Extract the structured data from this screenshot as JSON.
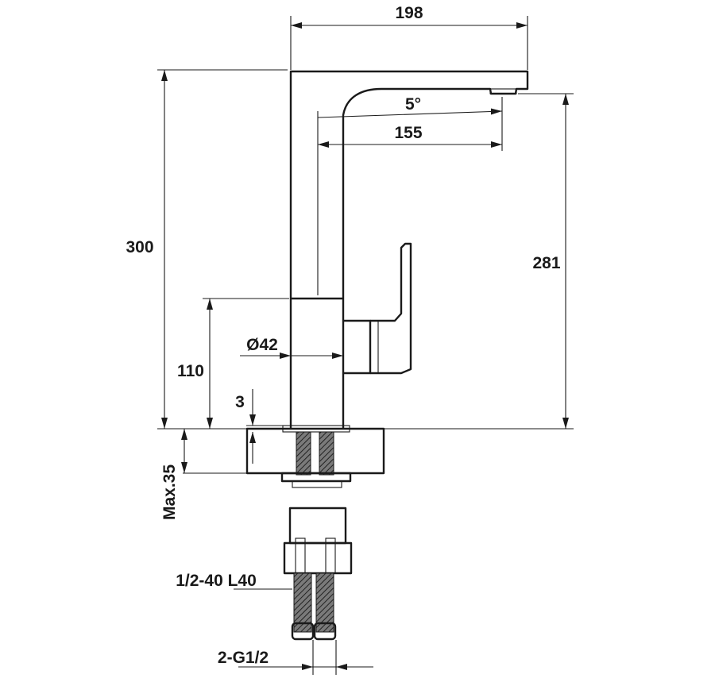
{
  "drawing": {
    "dimensions": {
      "total_width": "198",
      "angle": "5°",
      "spout_reach": "155",
      "total_height": "300",
      "spout_height": "281",
      "body_height": "110",
      "body_diameter": "Ø42",
      "gap": "3",
      "max_thickness": "Max.35",
      "hose": "1/2-40 L40",
      "connection": "2-G1/2"
    }
  }
}
